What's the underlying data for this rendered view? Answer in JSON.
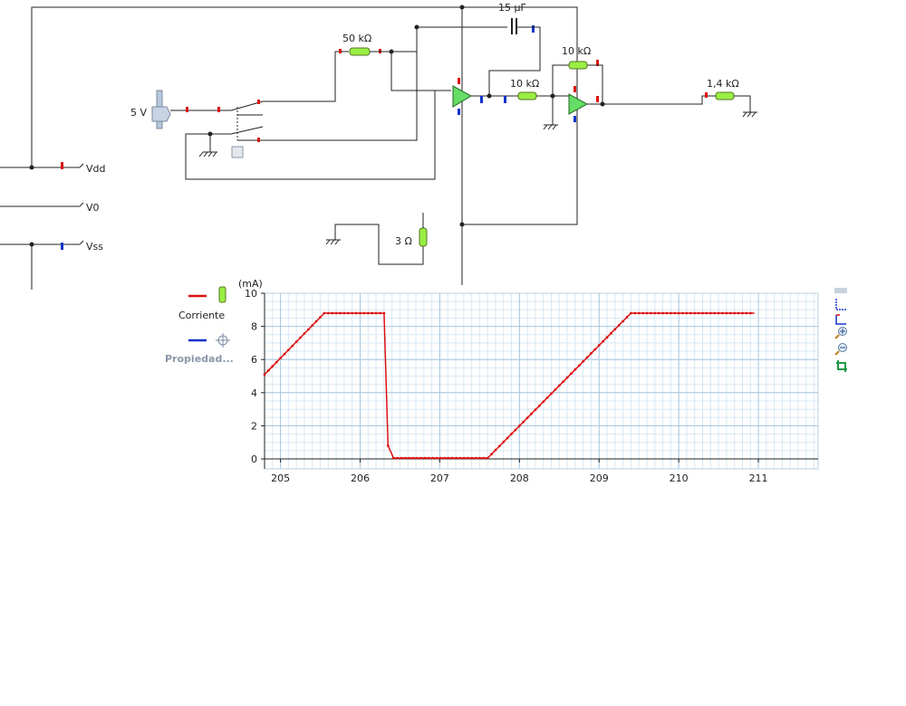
{
  "schematic": {
    "labels": {
      "source": "5 V",
      "r50": "50 kΩ",
      "cap": "15 µF",
      "r10a": "10 kΩ",
      "r10b": "10 kΩ",
      "r14": "1,4 kΩ",
      "r3": "3 Ω",
      "vdd": "Vdd",
      "v0": "V0",
      "vss": "Vss"
    }
  },
  "legend": {
    "series_label": "Corriente",
    "property_label": "Propiedad..."
  },
  "toolbar": {
    "icons": [
      "hatch-icon",
      "cursor-corner-icon",
      "cursor-corner-red-icon",
      "zoom-in-icon",
      "zoom-out-icon",
      "crop-icon"
    ]
  },
  "colors": {
    "series": "#dd1111",
    "grid_major": "#a8c8e0",
    "grid_minor": "#d8e8f4",
    "resistor": "#99ee44",
    "opamp": "#66dd66"
  },
  "chart_data": {
    "type": "line",
    "ylabel": "(mA)",
    "xlim": [
      204.8,
      211.75
    ],
    "ylim": [
      -0.6,
      10
    ],
    "x_ticks": [
      205,
      206,
      207,
      208,
      209,
      210,
      211
    ],
    "y_ticks": [
      0,
      2,
      4,
      6,
      8,
      10
    ],
    "grid": true,
    "legend_position": "top-left",
    "series": [
      {
        "name": "Corriente",
        "x": [
          204.8,
          205.55,
          206.3,
          206.35,
          206.42,
          207.6,
          209.4,
          210.95
        ],
        "y": [
          5.1,
          8.8,
          8.8,
          0.8,
          0.05,
          0.05,
          8.8,
          8.8
        ]
      }
    ]
  }
}
